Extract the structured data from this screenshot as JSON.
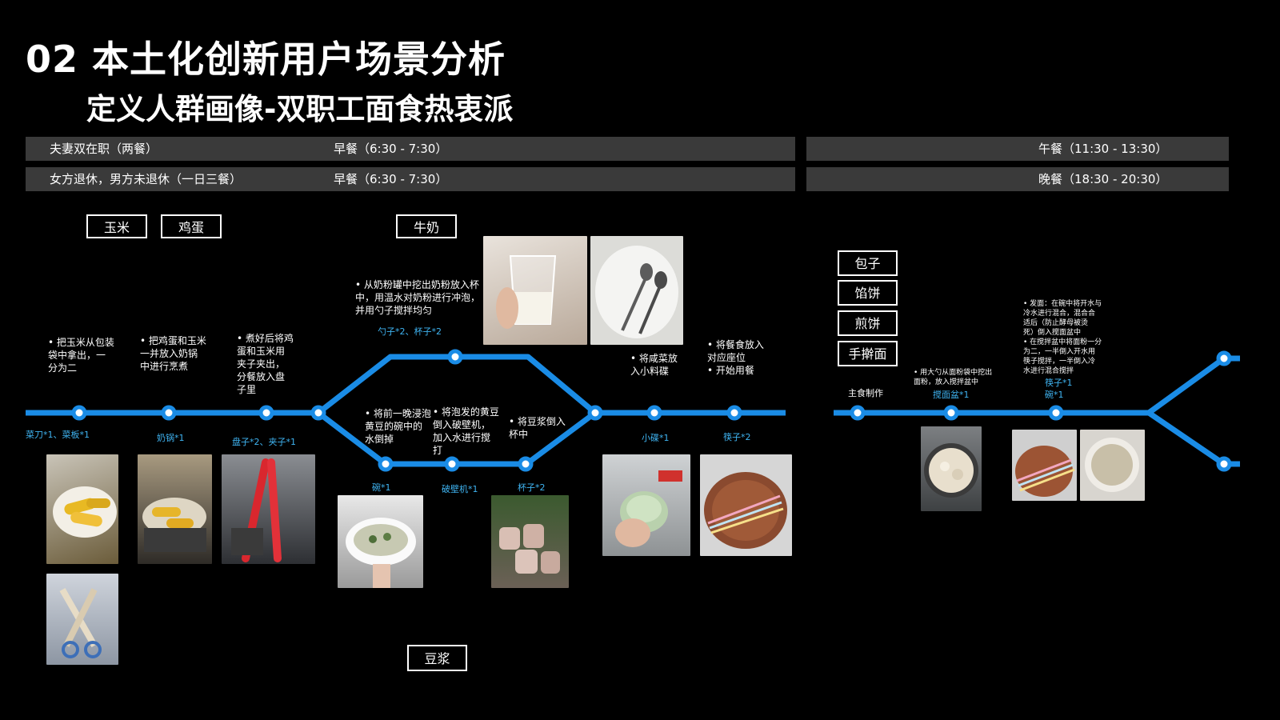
{
  "header": {
    "title": "02 本土化创新用户场景分析",
    "subtitle": "定义人群画像-双职工面食热衷派"
  },
  "bars": [
    {
      "left": "夫妻双在职（两餐）",
      "meal": "早餐（6:30 - 7:30）",
      "right": "午餐（11:30 - 13:30）"
    },
    {
      "left": "女方退休，男方未退休（一日三餐）",
      "meal": "早餐（6:30 - 7:30）",
      "right": "晚餐（18:30 - 20:30）"
    }
  ],
  "tags": {
    "corn": "玉米",
    "egg": "鸡蛋",
    "milk": "牛奶",
    "soymilk": "豆浆",
    "baozi": "包子",
    "xianbing": "馅饼",
    "jianbing": "煎饼",
    "noodle": "手擀面"
  },
  "notes": {
    "n1": [
      "• 把玉米从包装",
      "袋中拿出，一",
      "分为二"
    ],
    "n2": [
      "• 把鸡蛋和玉米",
      "一并放入奶锅",
      "中进行烹煮"
    ],
    "n3": [
      "• 煮好后将鸡",
      "蛋和玉米用",
      "夹子夹出，",
      "分餐放入盘",
      "子里"
    ],
    "n4": [
      "• 从奶粉罐中挖出奶粉放入杯",
      "中，用温水对奶粉进行冲泡，",
      "并用勺子搅拌均匀"
    ],
    "n5": [
      "• 将前一晚浸泡",
      "黄豆的碗中的",
      "水倒掉"
    ],
    "n6": [
      "• 将泡发的黄豆",
      "倒入破壁机，",
      "加入水进行搅",
      "打"
    ],
    "n7": [
      "• 将豆浆倒入",
      "杯中"
    ],
    "n8": [
      "• 将咸菜放",
      "入小料碟"
    ],
    "n9": [
      "• 将餐食放入",
      "对应座位",
      "• 开始用餐"
    ],
    "n10": [
      "• 用大勺从面粉袋中挖出",
      "面粉，放入搅拌盆中"
    ],
    "n11": [
      "• 发面：在碗中将开水与",
      "冷水进行混合，混合合",
      "适后（防止酵母被烫",
      "死）倒入搅面盆中",
      "• 在搅拌盆中将面粉一分",
      "为二，一半倒入开水用",
      "筷子搅拌，一半倒入冷",
      "水进行混合搅拌"
    ]
  },
  "labels": {
    "knife": "菜刀*1、菜板*1",
    "pot": "奶锅*1",
    "plate": "盘子*2、夹子*1",
    "spoon": "勺子*2、杯子*2",
    "bowl": "碗*1",
    "blender": "破壁机*1",
    "cup": "杯子*2",
    "dish": "小碟*1",
    "chop": "筷子*2",
    "main": "主食制作",
    "mixbowl": "搅面盆*1",
    "chop2": "筷子*1",
    "bowl2": "碗*1"
  },
  "colors": {
    "line": "#1a8ce6",
    "label": "#3fb4f2",
    "bar": "#3a3a3a"
  }
}
